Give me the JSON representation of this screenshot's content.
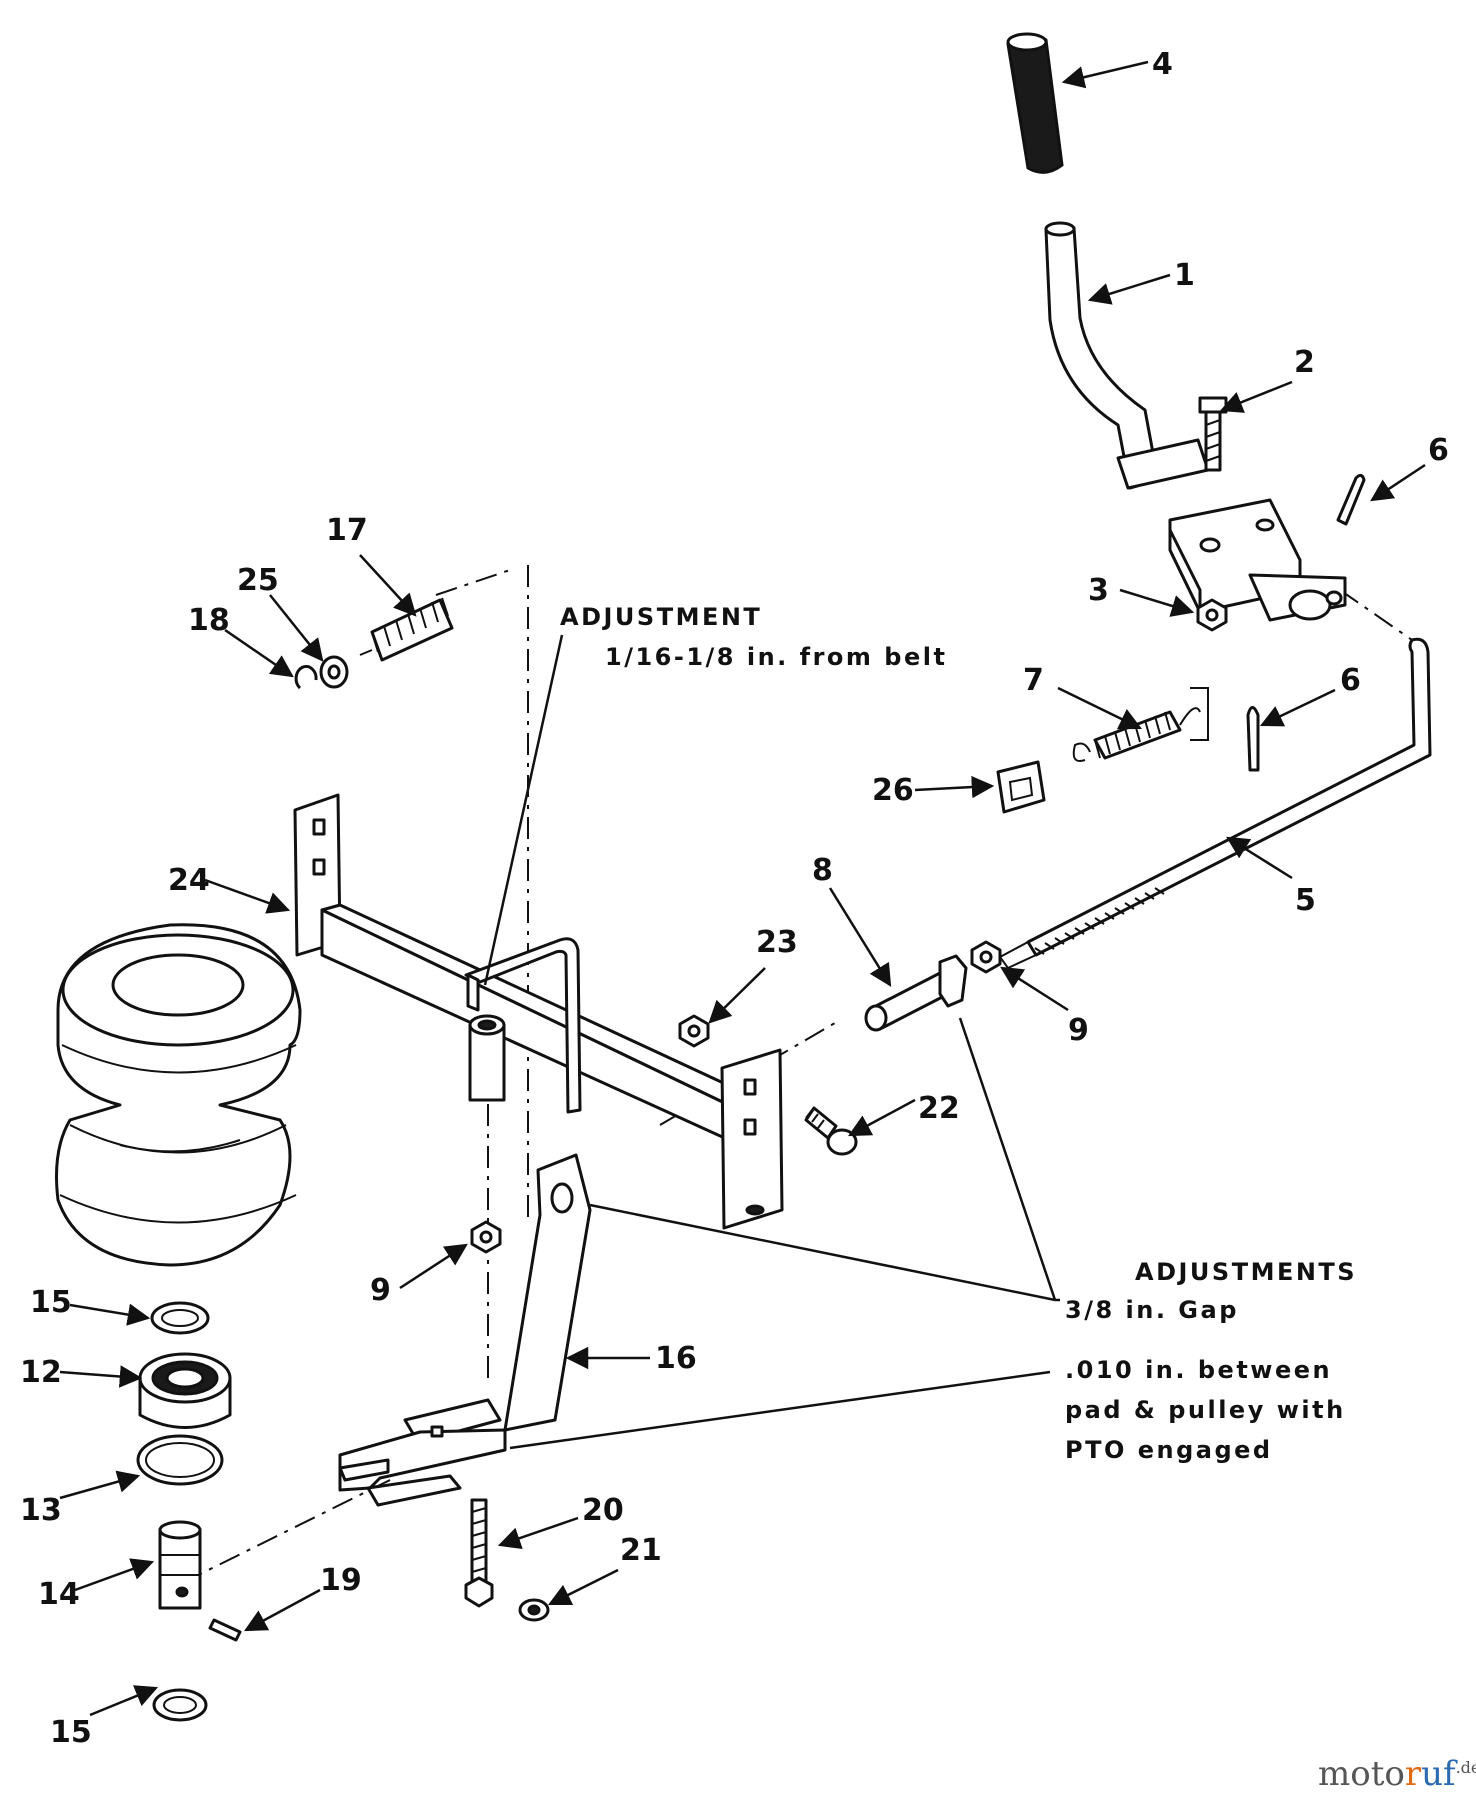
{
  "callouts": {
    "c1": "1",
    "c2": "2",
    "c3": "3",
    "c4": "4",
    "c5": "5",
    "c6a": "6",
    "c6b": "6",
    "c7": "7",
    "c8": "8",
    "c9a": "9",
    "c9b": "9",
    "c12": "12",
    "c13": "13",
    "c14": "14",
    "c15a": "15",
    "c15b": "15",
    "c16": "16",
    "c17": "17",
    "c18": "18",
    "c19": "19",
    "c20": "20",
    "c21": "21",
    "c22": "22",
    "c23": "23",
    "c24": "24",
    "c25": "25",
    "c26": "26"
  },
  "notes": {
    "adjustment_title": "ADJUSTMENT",
    "adjustment_value": "1/16-1/8 in. from belt",
    "adjustments_title": "ADJUSTMENTS",
    "gap": "3/8 in. Gap",
    "clearance_line1": ".010 in. between",
    "clearance_line2": "pad & pulley with",
    "clearance_line3": "PTO engaged"
  },
  "watermark": {
    "part1": "moto",
    "part2": "r",
    "part3": "uf",
    "suffix": ".de"
  }
}
